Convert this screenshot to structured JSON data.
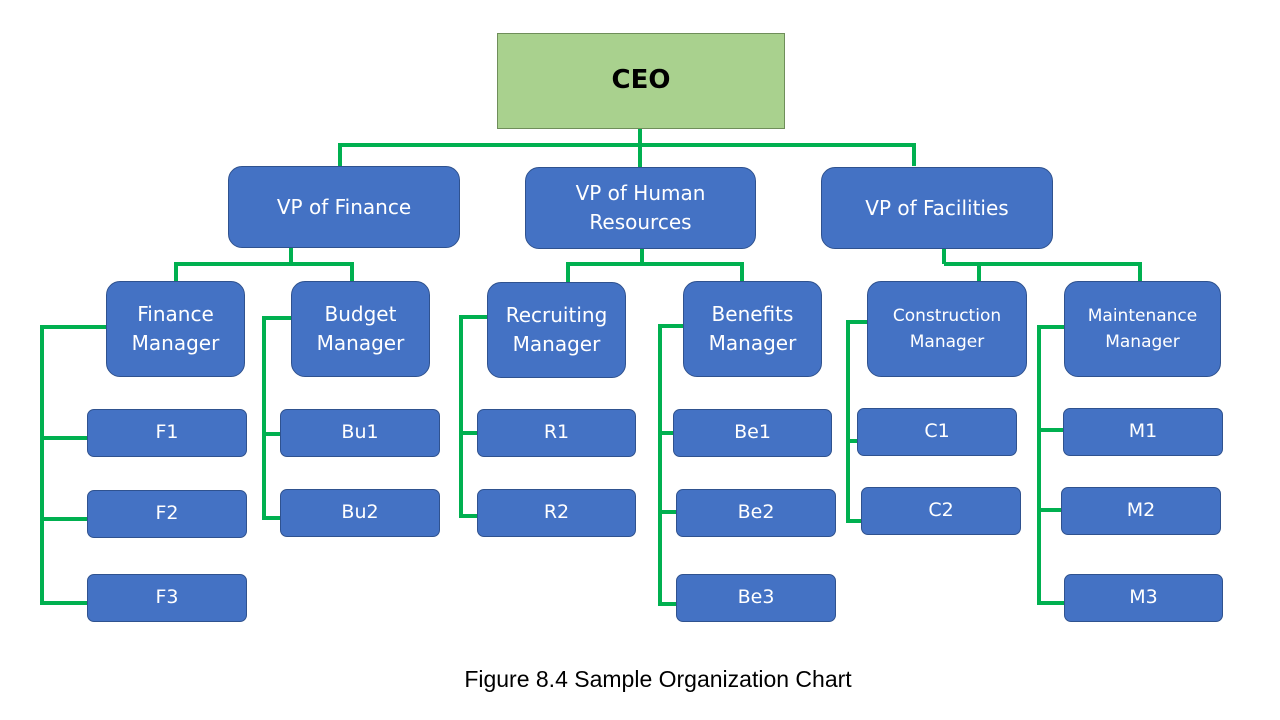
{
  "colors": {
    "connector": "#00b050",
    "box_fill": "#4472c4",
    "box_border": "#2f528f",
    "ceo_fill": "#a9d18e",
    "text_light": "#ffffff",
    "text_dark": "#000000"
  },
  "chart": {
    "ceo": "CEO",
    "vps": [
      "VP of Finance",
      "VP of Human\nResources",
      "VP of Facilities"
    ],
    "managers": [
      "Finance\nManager",
      "Budget\nManager",
      "Recruiting\nManager",
      "Benefits\nManager",
      "Construction\nManager",
      "Maintenance\nManager"
    ],
    "staff": {
      "finance": [
        "F1",
        "F2",
        "F3"
      ],
      "budget": [
        "Bu1",
        "Bu2"
      ],
      "recruiting": [
        "R1",
        "R2"
      ],
      "benefits": [
        "Be1",
        "Be2",
        "Be3"
      ],
      "construction": [
        "C1",
        "C2"
      ],
      "maintenance": [
        "M1",
        "M2",
        "M3"
      ]
    }
  },
  "caption": "Figure 8.4 Sample Organization Chart"
}
